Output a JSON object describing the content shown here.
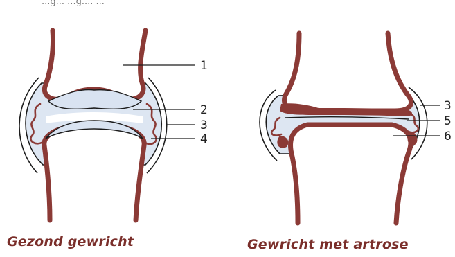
{
  "header_fragment": "...g... ...g.... ...",
  "left_joint": {
    "caption": "Gezond gewricht",
    "labels": [
      "1",
      "2",
      "3",
      "4"
    ]
  },
  "right_joint": {
    "caption": "Gewricht met artrose",
    "labels": [
      "3",
      "5",
      "6"
    ]
  },
  "colors": {
    "bone_outline": "#8b3a36",
    "cartilage_fill": "#d9e3f1",
    "caption_color": "#7a2e2a"
  }
}
